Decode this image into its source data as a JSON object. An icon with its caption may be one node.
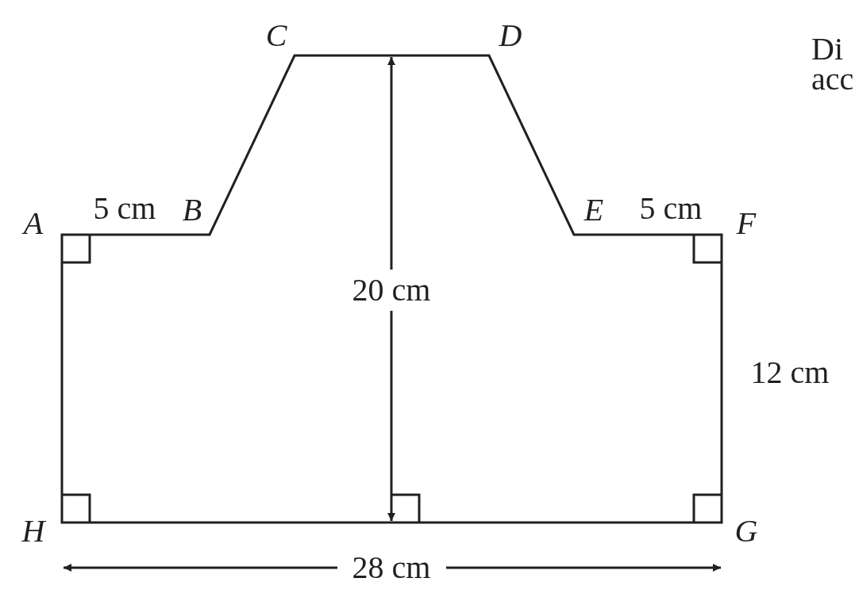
{
  "diagram": {
    "labels": [
      "C",
      "D",
      "Di",
      "acc",
      "5 cm",
      "B",
      "E",
      "5 cm",
      "A",
      "F",
      "20 cm",
      "12 cm",
      "H",
      "G",
      "28 cm"
    ]
  }
}
